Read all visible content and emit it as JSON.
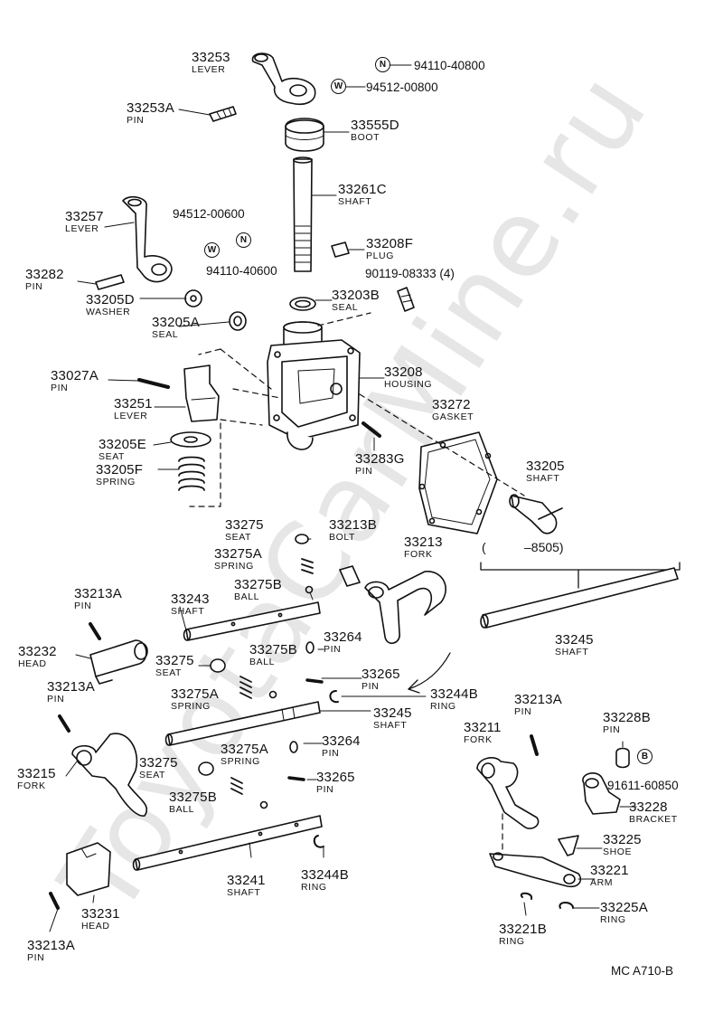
{
  "watermark": "ToyotaCarMine.ru",
  "footer": "MC  A710-B",
  "range_note": {
    "open": "(",
    "text": "–8505)"
  },
  "symbols": {
    "nut": "N",
    "washer": "W",
    "bolt": "B"
  },
  "part_codes": [
    "94110-40800",
    "94512-00800",
    "94512-00600",
    "94110-40600",
    "90119-08333 (4)",
    "91611-60850"
  ],
  "parts": [
    {
      "number": "33253",
      "name": "LEVER"
    },
    {
      "number": "33253A",
      "name": "PIN"
    },
    {
      "number": "33555D",
      "name": "BOOT"
    },
    {
      "number": "33261C",
      "name": "SHAFT"
    },
    {
      "number": "33257",
      "name": "LEVER"
    },
    {
      "number": "33282",
      "name": "PIN"
    },
    {
      "number": "33208F",
      "name": "PLUG"
    },
    {
      "number": "33205D",
      "name": "WASHER"
    },
    {
      "number": "33203B",
      "name": "SEAL"
    },
    {
      "number": "33205A",
      "name": "SEAL"
    },
    {
      "number": "33027A",
      "name": "PIN"
    },
    {
      "number": "33208",
      "name": "HOUSING"
    },
    {
      "number": "33251",
      "name": "LEVER"
    },
    {
      "number": "33272",
      "name": "GASKET"
    },
    {
      "number": "33205E",
      "name": "SEAT"
    },
    {
      "number": "33283G",
      "name": "PIN"
    },
    {
      "number": "33205F",
      "name": "SPRING"
    },
    {
      "number": "33205",
      "name": "SHAFT"
    },
    {
      "number": "33275",
      "name": "SEAT"
    },
    {
      "number": "33213B",
      "name": "BOLT"
    },
    {
      "number": "33213",
      "name": "FORK"
    },
    {
      "number": "33275A",
      "name": "SPRING"
    },
    {
      "number": "33275B",
      "name": "BALL"
    },
    {
      "number": "33213A",
      "name": "PIN"
    },
    {
      "number": "33243",
      "name": "SHAFT"
    },
    {
      "number": "33245",
      "name": "SHAFT"
    },
    {
      "number": "33232",
      "name": "HEAD"
    },
    {
      "number": "33264",
      "name": "PIN"
    },
    {
      "number": "33275",
      "name": "SEAT"
    },
    {
      "number": "33275B",
      "name": "BALL"
    },
    {
      "number": "33265",
      "name": "PIN"
    },
    {
      "number": "33275A",
      "name": "SPRING"
    },
    {
      "number": "33244B",
      "name": "RING"
    },
    {
      "number": "33213A",
      "name": "PIN"
    },
    {
      "number": "33245",
      "name": "SHAFT"
    },
    {
      "number": "33213A",
      "name": "PIN"
    },
    {
      "number": "33228B",
      "name": "PIN"
    },
    {
      "number": "33211",
      "name": "FORK"
    },
    {
      "number": "33264",
      "name": "PIN"
    },
    {
      "number": "33215",
      "name": "FORK"
    },
    {
      "number": "33275",
      "name": "SEAT"
    },
    {
      "number": "33275A",
      "name": "SPRING"
    },
    {
      "number": "33265",
      "name": "PIN"
    },
    {
      "number": "33275B",
      "name": "BALL"
    },
    {
      "number": "33228",
      "name": "BRACKET"
    },
    {
      "number": "33225",
      "name": "SHOE"
    },
    {
      "number": "33241",
      "name": "SHAFT"
    },
    {
      "number": "33244B",
      "name": "RING"
    },
    {
      "number": "33221",
      "name": "ARM"
    },
    {
      "number": "33231",
      "name": "HEAD"
    },
    {
      "number": "33225A",
      "name": "RING"
    },
    {
      "number": "33221B",
      "name": "RING"
    },
    {
      "number": "33213A",
      "name": "PIN"
    }
  ]
}
